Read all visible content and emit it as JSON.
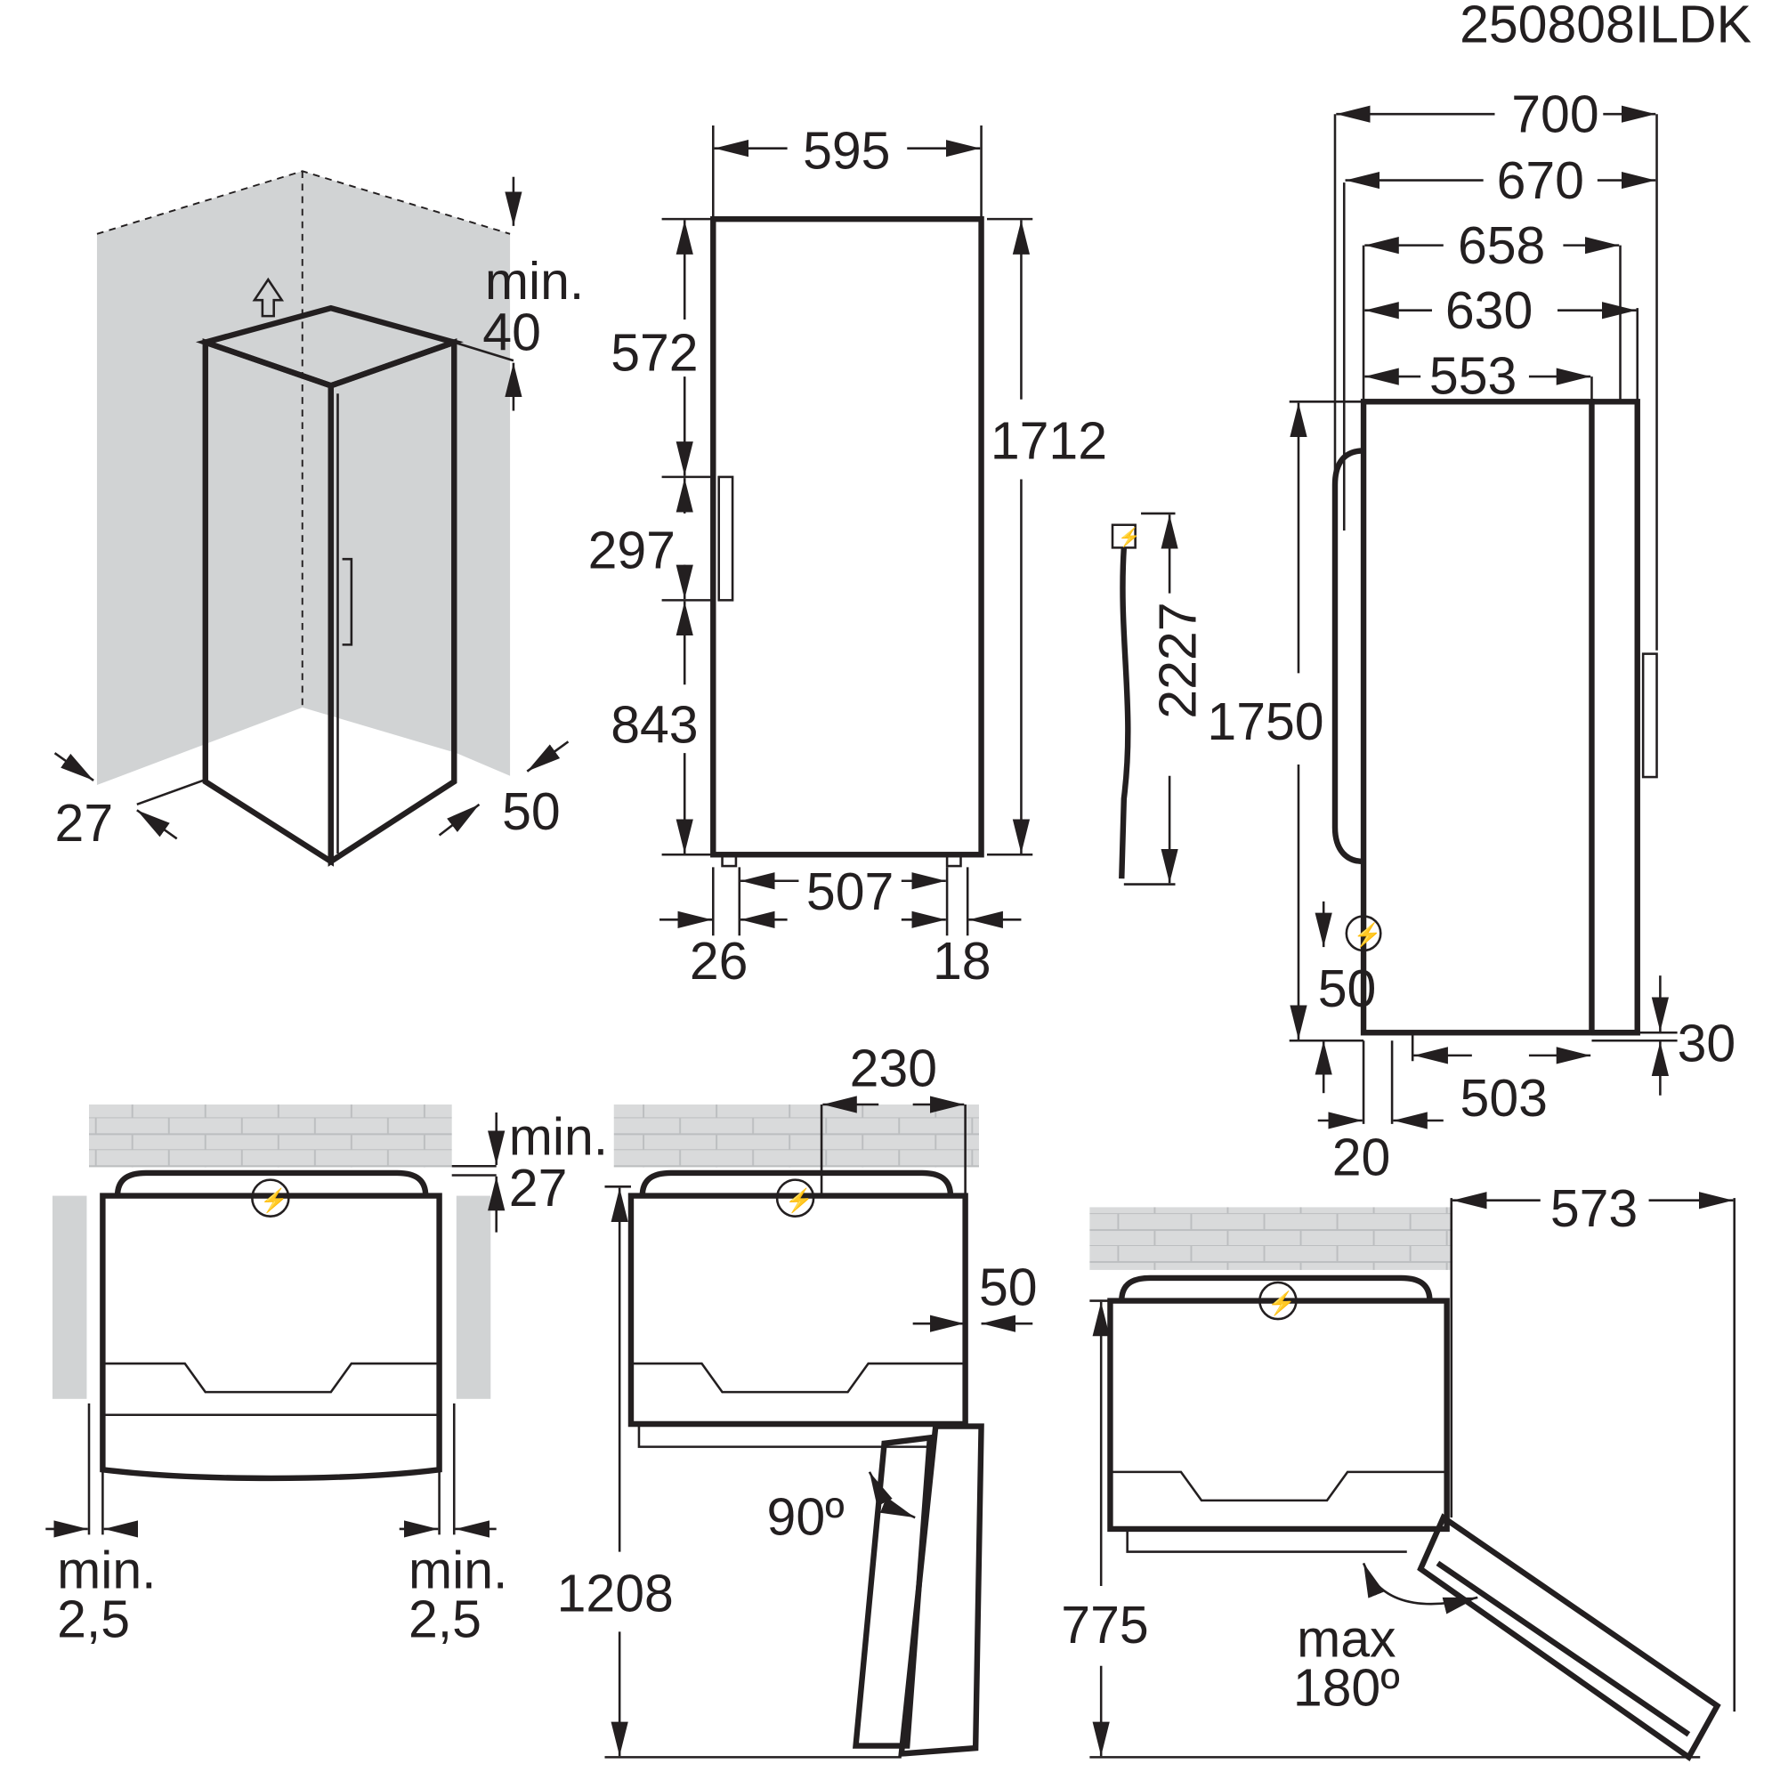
{
  "drawing_code": "250808ILDK",
  "perspective": {
    "top_clearance_label": "min.",
    "top_clearance_value": "40",
    "left_gap": "27",
    "right_gap": "50"
  },
  "front": {
    "width": "595",
    "top_section": "572",
    "handle": "297",
    "bottom_section": "843",
    "height": "1712",
    "feet_span": "507",
    "left_offset": "26",
    "right_offset": "18"
  },
  "cable": {
    "length": "2227"
  },
  "side": {
    "d700": "700",
    "d670": "670",
    "d658": "658",
    "d630": "630",
    "d553": "553",
    "height": "1750",
    "plug_height": "50",
    "rear_feet": "30",
    "feet_depth": "503",
    "front_offset": "20"
  },
  "top_view_1": {
    "wall_label": "min.",
    "wall_value": "27",
    "left_label": "min.",
    "left_value": "2,5",
    "right_label": "min.",
    "right_value": "2,5"
  },
  "top_view_2": {
    "hinge_offset": "230",
    "side_gap": "50",
    "angle": "90º",
    "depth": "1208"
  },
  "top_view_3": {
    "width": "573",
    "depth": "775",
    "angle_label": "max",
    "angle_value": "180º"
  },
  "colors": {
    "line": "#231f20",
    "wall": "#d1d3d4"
  }
}
